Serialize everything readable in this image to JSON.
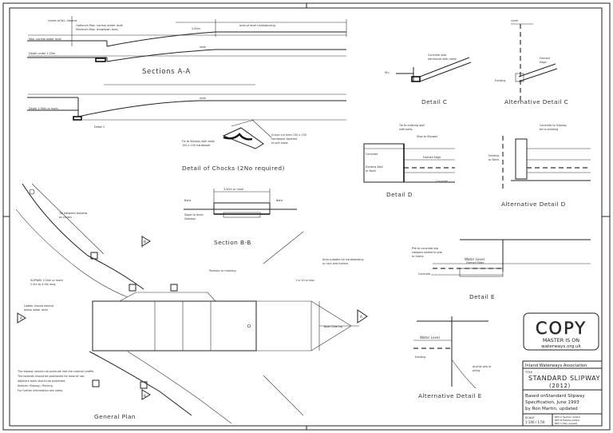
{
  "sections": {
    "section_a": "Sections A-A",
    "section_b": "Section B-B",
    "chocks": "Detail of Chocks (2No required)",
    "plan": "General Plan",
    "detail_c": "Detail C",
    "alt_detail_c": "Alternative Detail C",
    "detail_d": "Detail D",
    "alt_detail_d": "Alternative Detail D",
    "detail_e": "Detail E",
    "alt_detail_e": "Alternative Detail E"
  },
  "labels": {
    "water_level_e": "Water Level",
    "water_level_alt_e": "Water Level",
    "dim_section_b": "3.50m or more"
  },
  "markers": {
    "a": "A",
    "b": "B"
  },
  "stamp": {
    "line1": "COPY",
    "line2": "MASTER IS ON",
    "line3": "waterways.org.uk"
  },
  "title_block": {
    "org": "Inland Waterways Association",
    "title_label": "TITLE",
    "title1": "STANDARD SLIPWAY",
    "title2": "(2012)",
    "desc1": "Based onStandard Slipway",
    "desc2": "Specification, June 1993",
    "desc3": "by Ron Martin, updated",
    "scale_label": "SCALE",
    "scale_value": "1:100 / 1:50"
  }
}
